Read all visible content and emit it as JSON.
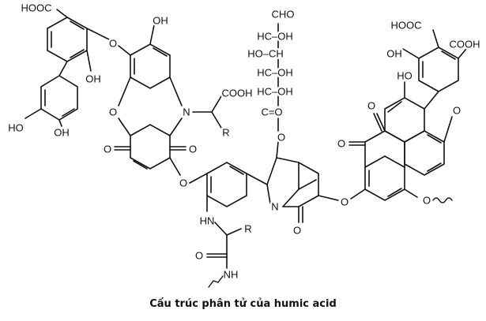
{
  "caption": "Cấu trúc phân tử của humic acid",
  "labels": {
    "hooc_topleft": "HOOC",
    "oh_1": "OH",
    "ho_left": "HO",
    "oh_left2": "OH",
    "o_bridge1": "O",
    "oh_2": "OH",
    "o_ring": "O",
    "n_ring": "N",
    "cooh_1": "COOH",
    "r_1": "R",
    "o_keto1": "O",
    "o_keto2": "O",
    "o_bridge2": "O",
    "cho": "CHO",
    "hc_oh_1": "HC–OH",
    "ho_ch": "HO–CH",
    "hc_oh_2": "HC–OH",
    "hc_oh_3": "HC–OH",
    "c_o": "C=O",
    "o_ester": "O",
    "hn": "HN",
    "r_2": "R",
    "o_amide": "O",
    "nh": "NH",
    "n_imine": "N",
    "o_keto3": "O",
    "o_bridge3": "O",
    "hooc_topright": "HOOC",
    "cooh_right": "COOH",
    "oh_right": "OH",
    "oh_right2": "HO",
    "o_furan": "O",
    "o_keto4": "O",
    "o_keto5": "O",
    "o_end": "O"
  }
}
